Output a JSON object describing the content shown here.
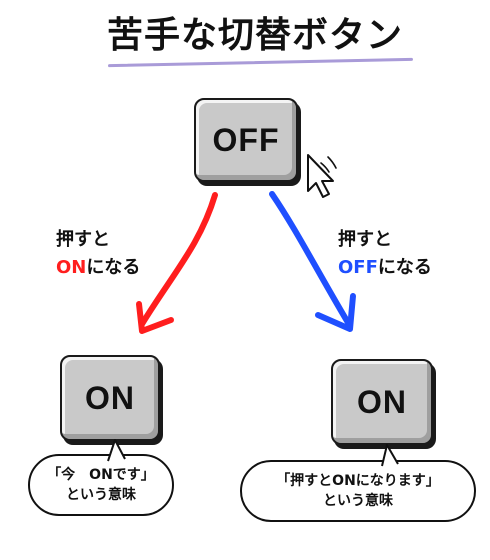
{
  "title": "苦手な切替ボタン",
  "off_button": {
    "label": "OFF"
  },
  "left_path": {
    "line1": "押すと",
    "line2_colored": "ON",
    "line2_rest": "になる",
    "color": "#ff1e1e"
  },
  "right_path": {
    "line1": "押すと",
    "line2_colored": "OFF",
    "line2_rest": "になる",
    "color": "#1f4fff"
  },
  "left_button": {
    "label": "ON"
  },
  "right_button": {
    "label": "ON"
  },
  "left_bubble": {
    "line1": "「今　ONです」",
    "line2": "という意味"
  },
  "right_bubble": {
    "line1": "「押すとONになります」",
    "line2": "という意味"
  },
  "colors": {
    "button_fill": "#c9c9c9",
    "accent_underline": "#a99bd8"
  },
  "icons": {
    "cursor": "pointer-cursor-icon"
  }
}
